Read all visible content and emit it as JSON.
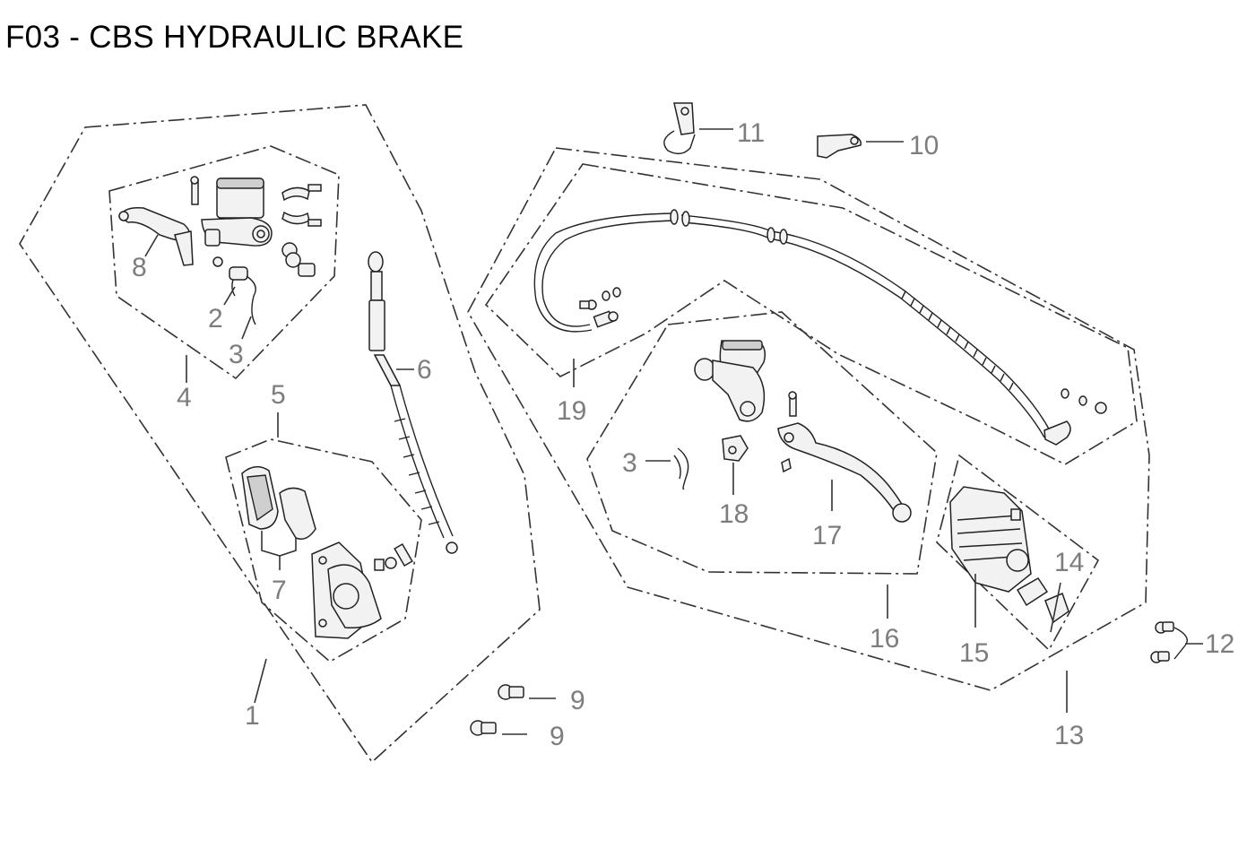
{
  "title": "F03 - CBS HYDRAULIC BRAKE",
  "callouts": {
    "c1": "1",
    "c2": "2",
    "c3a": "3",
    "c3b": "3",
    "c4": "4",
    "c5": "5",
    "c6": "6",
    "c7": "7",
    "c8": "8",
    "c9a": "9",
    "c9b": "9",
    "c10": "10",
    "c11": "11",
    "c12": "12",
    "c13": "13",
    "c14": "14",
    "c15": "15",
    "c16": "16",
    "c17": "17",
    "c18": "18",
    "c19": "19"
  }
}
